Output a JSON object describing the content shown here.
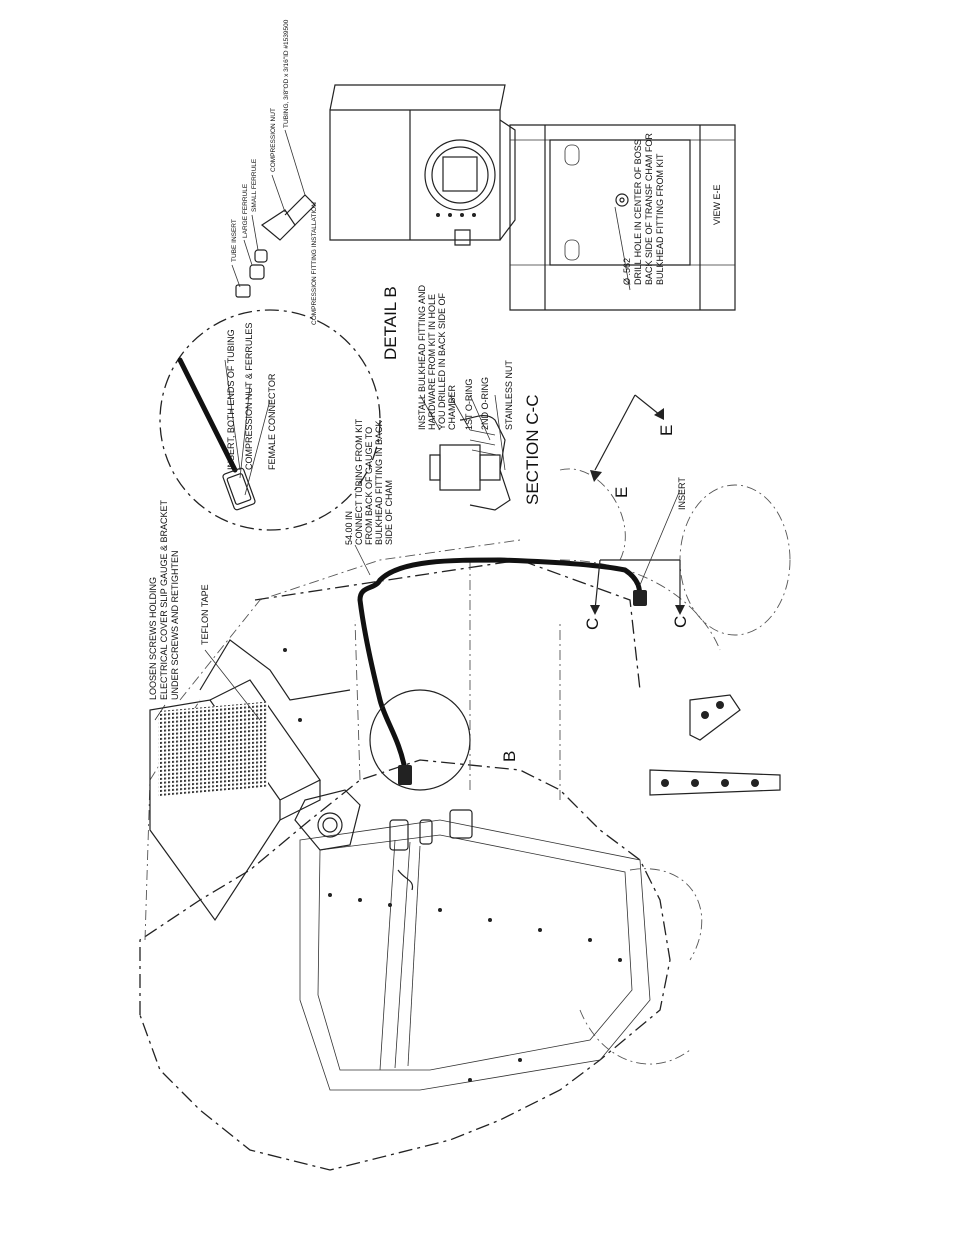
{
  "labels": {
    "loosen": [
      "LOOSEN SCREWS HOLDING",
      "ELECTRICAL COVER SLIP GAUGE & BRACKET",
      "UNDER SCREWS AND RETIGHTEN"
    ],
    "teflon": "TEFLON TAPE",
    "connect": [
      "54.00 IN",
      "CONNECT TUBING FROM KIT",
      "FROM BACK OF GAUGE TO",
      "BULKHEAD FITTING IN BACK",
      "SIDE OF CHAM"
    ],
    "insert_both": "INSERT, BOTH ENDS OF TUBING",
    "comp_nut_ferrules": "COMPRESSION NUT & FERRULES",
    "female_connector": "FEMALE CONNECTOR",
    "detail_b": "DETAIL B",
    "install": [
      "INSTALL BULKHEAD FITTING AND",
      "HARDWARE FROM KIT IN HOLE",
      "YOU DRILLED IN BACK SIDE OF",
      "CHAMBER"
    ],
    "oring1": "1ST O-RING",
    "oring2": "2ND O-RING",
    "stainless_nut": "STAINLESS NUT",
    "section_cc": "SECTION C-C",
    "insert": "INSERT",
    "tube_insert": "TUBE INSERT",
    "large_ferrule": "LARGE FERRULE",
    "small_ferrule": "SMALL FERRULE",
    "compression_nut": "COMPRESSION NUT",
    "tubing_spec": "TUBING, 3/8\"OD x 3/16\"ID #1539500",
    "comp_install": "COMPRESSION FITTING INSTALLATION",
    "drill": [
      "Ø .562",
      "DRILL HOLE IN CENTER OF BOSS",
      "BACK SIDE OF TRANSF CHAM FOR",
      "BULKHEAD FITTING FROM KIT"
    ],
    "view_ee": "VIEW E-E",
    "b": "B",
    "c1": "C",
    "c2": "C",
    "e1": "E",
    "e2": "E"
  }
}
